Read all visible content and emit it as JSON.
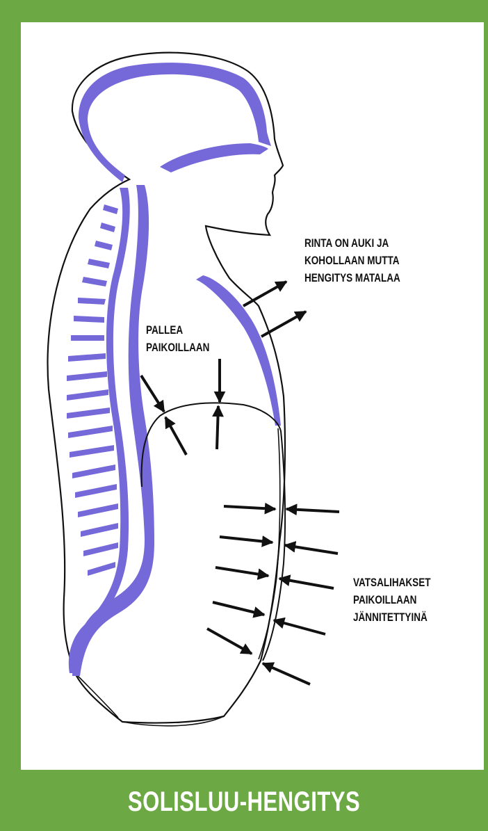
{
  "title": "SOLISLUU-HENGITYS",
  "colors": {
    "frame": "#6ca843",
    "spine": "#7568d8",
    "outline": "#111111"
  },
  "annotations": {
    "chest": [
      "RINTA ON AUKI JA",
      "KOHOLLAAN MUTTA",
      "HENGITYS MATALAA"
    ],
    "diaphragm": [
      "PALLEA",
      "PAIKOILLAAN"
    ],
    "abdominals": [
      "VATSALIHAKSET",
      "PAIKOILLAAN",
      "JÄNNITETTYINÄ"
    ]
  }
}
